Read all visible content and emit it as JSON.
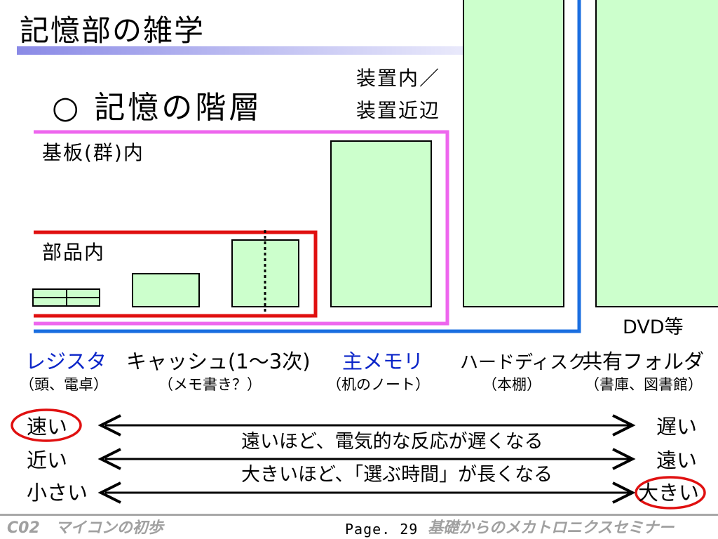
{
  "slide": {
    "title": "記憶部の雑学",
    "heading": "○ 記憶の階層"
  },
  "zones": {
    "device": "装置内／\n装置近辺",
    "board": "基板(群)内",
    "component": "部品内"
  },
  "dvd_label": "DVD等",
  "tiers": [
    {
      "label": "レジスタ",
      "sub": "（頭、電卓）",
      "highlight": true
    },
    {
      "label": "キャッシュ(1～3次)",
      "sub": "（メモ書き？）",
      "highlight": false
    },
    {
      "label": "主メモリ",
      "sub": "（机のノート）",
      "highlight": true
    },
    {
      "label": "ハードディスク",
      "sub": "（本棚）",
      "highlight": false
    },
    {
      "label": "共有フォルダ",
      "sub": "（書庫、図書館）",
      "highlight": false
    }
  ],
  "comparisons": [
    {
      "left": "速い",
      "right": "遅い",
      "left_circled": true,
      "right_circled": false
    },
    {
      "left": "近い",
      "right": "遠い",
      "left_circled": false,
      "right_circled": false
    },
    {
      "left": "小さい",
      "right": "大きい",
      "left_circled": false,
      "right_circled": true
    }
  ],
  "captions": {
    "distance": "遠いほど、電気的な反応が遅くなる",
    "size": "大きいほど、「選ぶ時間」が長くなる"
  },
  "footer": {
    "course": "C02　マイコンの初歩",
    "page": "Page. 29",
    "series": "基礎からのメカトロニクスセミナー"
  },
  "colors": {
    "box_fill": "#ccffcc",
    "component_border": "#e01010",
    "board_border": "#ee66ee",
    "device_border": "#1a6ee0",
    "highlight_text": "#0b25c8",
    "circle": "#e01010"
  }
}
